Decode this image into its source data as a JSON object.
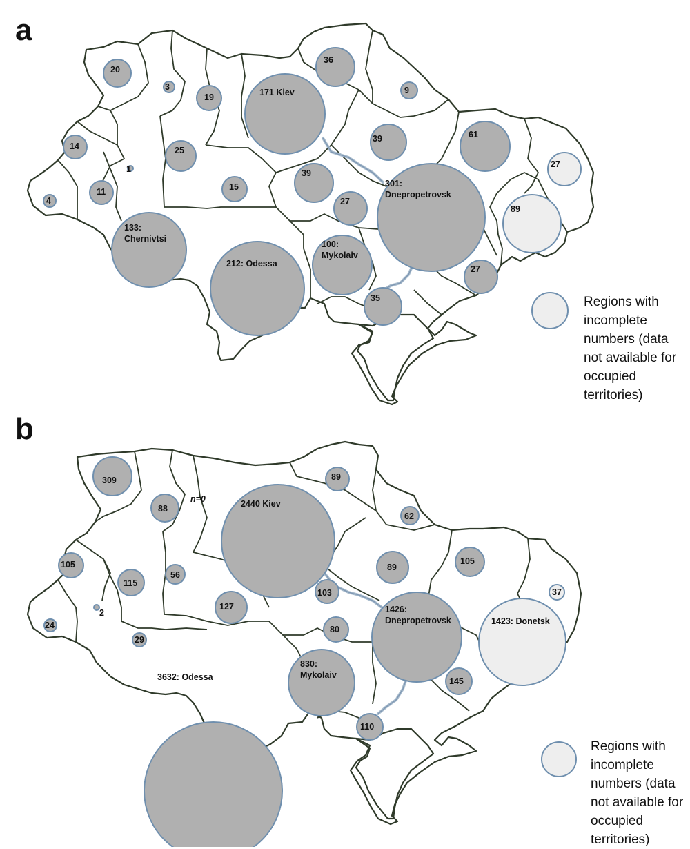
{
  "panels": [
    {
      "letter": "a",
      "legend_text": "Regions with\nincomplete\nnumbers (data\nnot available for\noccupied\nterritories)",
      "annotation": "",
      "bubbles": [
        {
          "label": [
            "20"
          ],
          "value": 20,
          "incomplete": false
        },
        {
          "label": [
            "3"
          ],
          "value": 3,
          "incomplete": false
        },
        {
          "label": [
            "19"
          ],
          "value": 19,
          "incomplete": false
        },
        {
          "label": [
            "171 Kiev"
          ],
          "value": 171,
          "incomplete": false
        },
        {
          "label": [
            "36"
          ],
          "value": 36,
          "incomplete": false
        },
        {
          "label": [
            "9"
          ],
          "value": 9,
          "incomplete": false
        },
        {
          "label": [
            "14"
          ],
          "value": 14,
          "incomplete": false
        },
        {
          "label": [
            "25"
          ],
          "value": 25,
          "incomplete": false
        },
        {
          "label": [
            "1"
          ],
          "value": 1,
          "incomplete": false
        },
        {
          "label": [
            "39"
          ],
          "value": 39,
          "incomplete": false
        },
        {
          "label": [
            "61"
          ],
          "value": 61,
          "incomplete": false
        },
        {
          "label": [
            "27"
          ],
          "value": 27,
          "incomplete": true
        },
        {
          "label": [
            "4"
          ],
          "value": 4,
          "incomplete": false
        },
        {
          "label": [
            "11"
          ],
          "value": 11,
          "incomplete": false
        },
        {
          "label": [
            "15"
          ],
          "value": 15,
          "incomplete": false
        },
        {
          "label": [
            "39"
          ],
          "value": 39,
          "incomplete": false
        },
        {
          "label": [
            "27"
          ],
          "value": 27,
          "incomplete": false
        },
        {
          "label": [
            "301:",
            "Dnepropetrovsk"
          ],
          "value": 301,
          "incomplete": false
        },
        {
          "label": [
            "89"
          ],
          "value": 89,
          "incomplete": true
        },
        {
          "label": [
            "133:",
            "Chernivtsi"
          ],
          "value": 133,
          "incomplete": false
        },
        {
          "label": [
            "212: Odessa"
          ],
          "value": 212,
          "incomplete": false
        },
        {
          "label": [
            "100:",
            "Mykolaiv"
          ],
          "value": 100,
          "incomplete": false
        },
        {
          "label": [
            "27"
          ],
          "value": 27,
          "incomplete": false
        },
        {
          "label": [
            "35"
          ],
          "value": 35,
          "incomplete": false
        }
      ]
    },
    {
      "letter": "b",
      "legend_text": "Regions with\nincomplete\nnumbers (data\nnot available for\noccupied\nterritories)",
      "annotation": "n=0",
      "bubbles": [
        {
          "label": [
            "309"
          ],
          "value": 309,
          "incomplete": false
        },
        {
          "label": [
            "88"
          ],
          "value": 88,
          "incomplete": false
        },
        {
          "label": [
            "2440 Kiev"
          ],
          "value": 2440,
          "incomplete": false
        },
        {
          "label": [
            "89"
          ],
          "value": 89,
          "incomplete": false
        },
        {
          "label": [
            "62"
          ],
          "value": 62,
          "incomplete": false
        },
        {
          "label": [
            "105"
          ],
          "value": 105,
          "incomplete": false
        },
        {
          "label": [
            "115"
          ],
          "value": 115,
          "incomplete": false
        },
        {
          "label": [
            "56"
          ],
          "value": 56,
          "incomplete": false
        },
        {
          "label": [
            "89"
          ],
          "value": 89,
          "incomplete": false
        },
        {
          "label": [
            "105"
          ],
          "value": 105,
          "incomplete": false
        },
        {
          "label": [
            "103"
          ],
          "value": 103,
          "incomplete": false
        },
        {
          "label": [
            "37"
          ],
          "value": 37,
          "incomplete": true
        },
        {
          "label": [
            "2"
          ],
          "value": 2,
          "incomplete": false
        },
        {
          "label": [
            "127"
          ],
          "value": 127,
          "incomplete": false
        },
        {
          "label": [
            "24"
          ],
          "value": 24,
          "incomplete": false
        },
        {
          "label": [
            "29"
          ],
          "value": 29,
          "incomplete": false
        },
        {
          "label": [
            "80"
          ],
          "value": 80,
          "incomplete": false
        },
        {
          "label": [
            "1426:",
            "Dnepropetrovsk"
          ],
          "value": 1426,
          "incomplete": false
        },
        {
          "label": [
            "1423: Donetsk"
          ],
          "value": 1423,
          "incomplete": true
        },
        {
          "label": [
            "3632: Odessa"
          ],
          "value": 3632,
          "incomplete": false
        },
        {
          "label": [
            "830:",
            "Mykolaiv"
          ],
          "value": 830,
          "incomplete": false
        },
        {
          "label": [
            "145"
          ],
          "value": 145,
          "incomplete": false
        },
        {
          "label": [
            "110"
          ],
          "value": 110,
          "incomplete": false
        }
      ]
    }
  ],
  "colors": {
    "bubble_fill": "#b0b0b0",
    "incomplete_fill": "#eeeeee",
    "bubble_stroke": "#6f8fae",
    "border": "#2f3a2a"
  }
}
